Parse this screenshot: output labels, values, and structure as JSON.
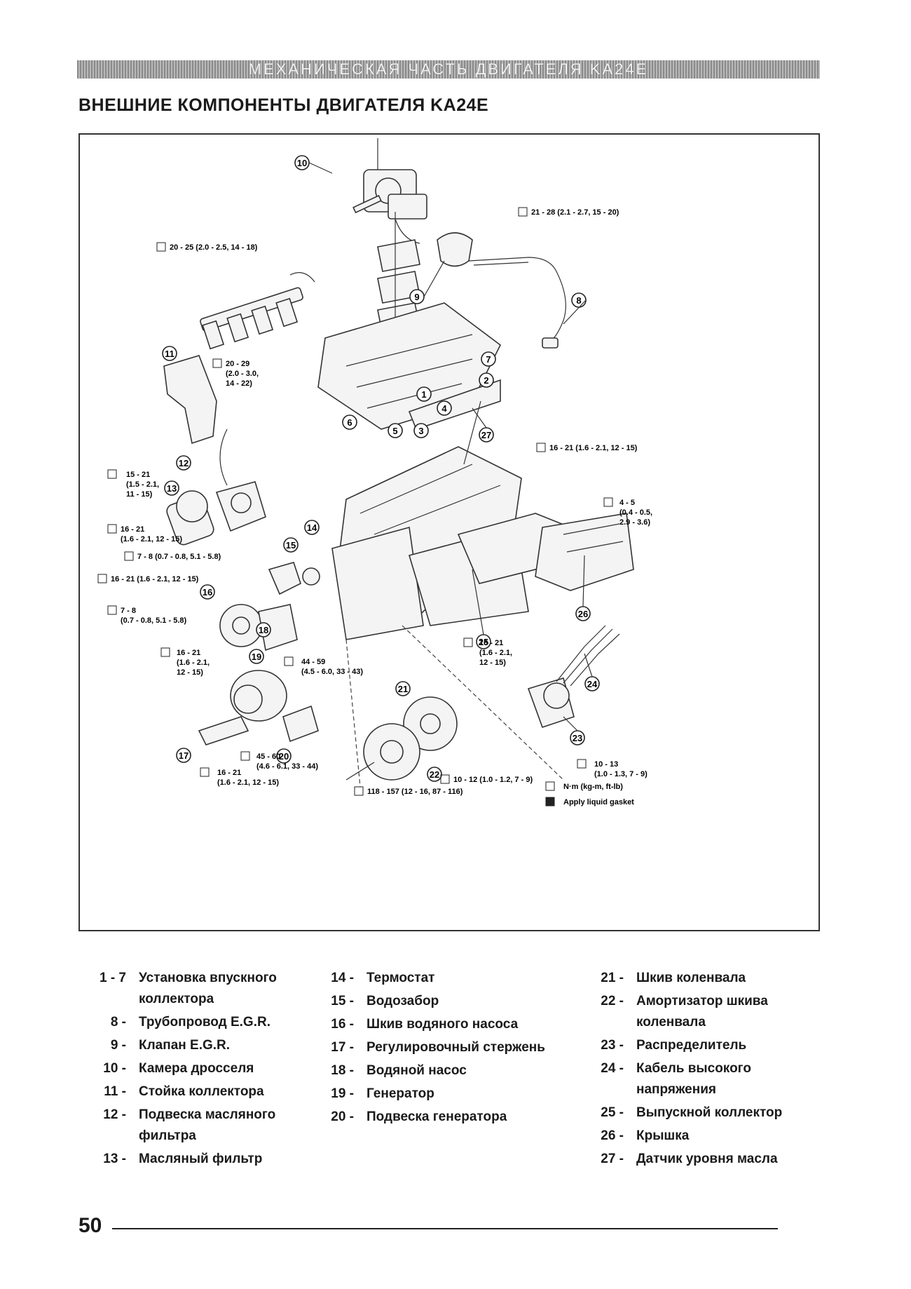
{
  "header": {
    "band": "МЕХАНИЧЕСКАЯ ЧАСТЬ ДВИГАТЕЛЯ KA24E",
    "title": "ВНЕШНИЕ КОМПОНЕНТЫ ДВИГАТЕЛЯ KA24E"
  },
  "diagram": {
    "callouts": [
      "1",
      "2",
      "3",
      "4",
      "5",
      "6",
      "7",
      "8",
      "9",
      "10",
      "11",
      "12",
      "13",
      "14",
      "15",
      "16",
      "17",
      "18",
      "19",
      "20",
      "21",
      "22",
      "23",
      "24",
      "25",
      "26",
      "27"
    ],
    "torque_specs": {
      "t1": "21 - 28 (2.1 - 2.7, 15 - 20)",
      "t2": "20 - 25 (2.0 - 2.5, 14 - 18)",
      "t3a": "20 - 29",
      "t3b": "(2.0 - 3.0,",
      "t3c": "14 - 22)",
      "t4a": "15 - 21",
      "t4b": "(1.5 - 2.1,",
      "t4c": "11 - 15)",
      "t5a": "16 - 21",
      "t5b": "(1.6 - 2.1, 12 - 15)",
      "t6": "7 - 8 (0.7 - 0.8, 5.1 - 5.8)",
      "t7": "16 - 21 (1.6 - 2.1, 12 - 15)",
      "t8a": "7 - 8",
      "t8b": "(0.7 - 0.8, 5.1 - 5.8)",
      "t9": "16 - 21 (1.6 - 2.1, 12 - 15)",
      "t10a": "4 - 5",
      "t10b": "(0.4 - 0.5,",
      "t10c": "2.9 - 3.6)",
      "t11a": "16 - 21",
      "t11b": "(1.6 - 2.1,",
      "t11c": "12 - 15)",
      "t12a": "44 - 59",
      "t12b": "(4.5 - 6.0, 33 - 43)",
      "t13a": "16 - 21",
      "t13b": "(1.6 - 2.1,",
      "t13c": "12 - 15)",
      "t14a": "45 - 60",
      "t14b": "(4.6 - 6.1, 33 - 44)",
      "t15a": "16 - 21",
      "t15b": "(1.6 - 2.1, 12 - 15)",
      "t16a": "10 - 13",
      "t16b": "(1.0 - 1.3, 7 - 9)",
      "t17": "10 - 12 (1.0 - 1.2, 7 - 9)",
      "t18": "118 - 157 (12 - 16, 87 - 116)"
    },
    "key": {
      "torque": "N·m (kg-m, ft-lb)",
      "gasket": "Apply liquid gasket"
    }
  },
  "legend": {
    "col1": [
      {
        "num": "1 - 7",
        "text": "Установка впускного коллектора"
      },
      {
        "num": "8 -",
        "text": "Трубопровод E.G.R."
      },
      {
        "num": "9 -",
        "text": "Клапан E.G.R."
      },
      {
        "num": "10 -",
        "text": "Камера дросселя"
      },
      {
        "num": "11 -",
        "text": "Стойка коллектора"
      },
      {
        "num": "12 -",
        "text": "Подвеска масляного фильтра"
      },
      {
        "num": "13 -",
        "text": "Масляный фильтр"
      }
    ],
    "col2": [
      {
        "num": "14 -",
        "text": "Термостат"
      },
      {
        "num": "15 -",
        "text": "Водозабор"
      },
      {
        "num": "16 -",
        "text": "Шкив водяного насоса"
      },
      {
        "num": "17 -",
        "text": "Регулировочный стержень"
      },
      {
        "num": "18 -",
        "text": "Водяной насос"
      },
      {
        "num": "19 -",
        "text": "Генератор"
      },
      {
        "num": "20 -",
        "text": "Подвеска генератора"
      }
    ],
    "col3": [
      {
        "num": "21 -",
        "text": "Шкив коленвала"
      },
      {
        "num": "22 -",
        "text": "Амортизатор шкива коленвала"
      },
      {
        "num": "23 -",
        "text": "Распределитель"
      },
      {
        "num": "24 -",
        "text": "Кабель высокого напряжения"
      },
      {
        "num": "25 -",
        "text": "Выпускной коллектор"
      },
      {
        "num": "26 -",
        "text": "Крышка"
      },
      {
        "num": "27 -",
        "text": "Датчик уровня масла"
      }
    ]
  },
  "footer": {
    "page_number": "50"
  }
}
